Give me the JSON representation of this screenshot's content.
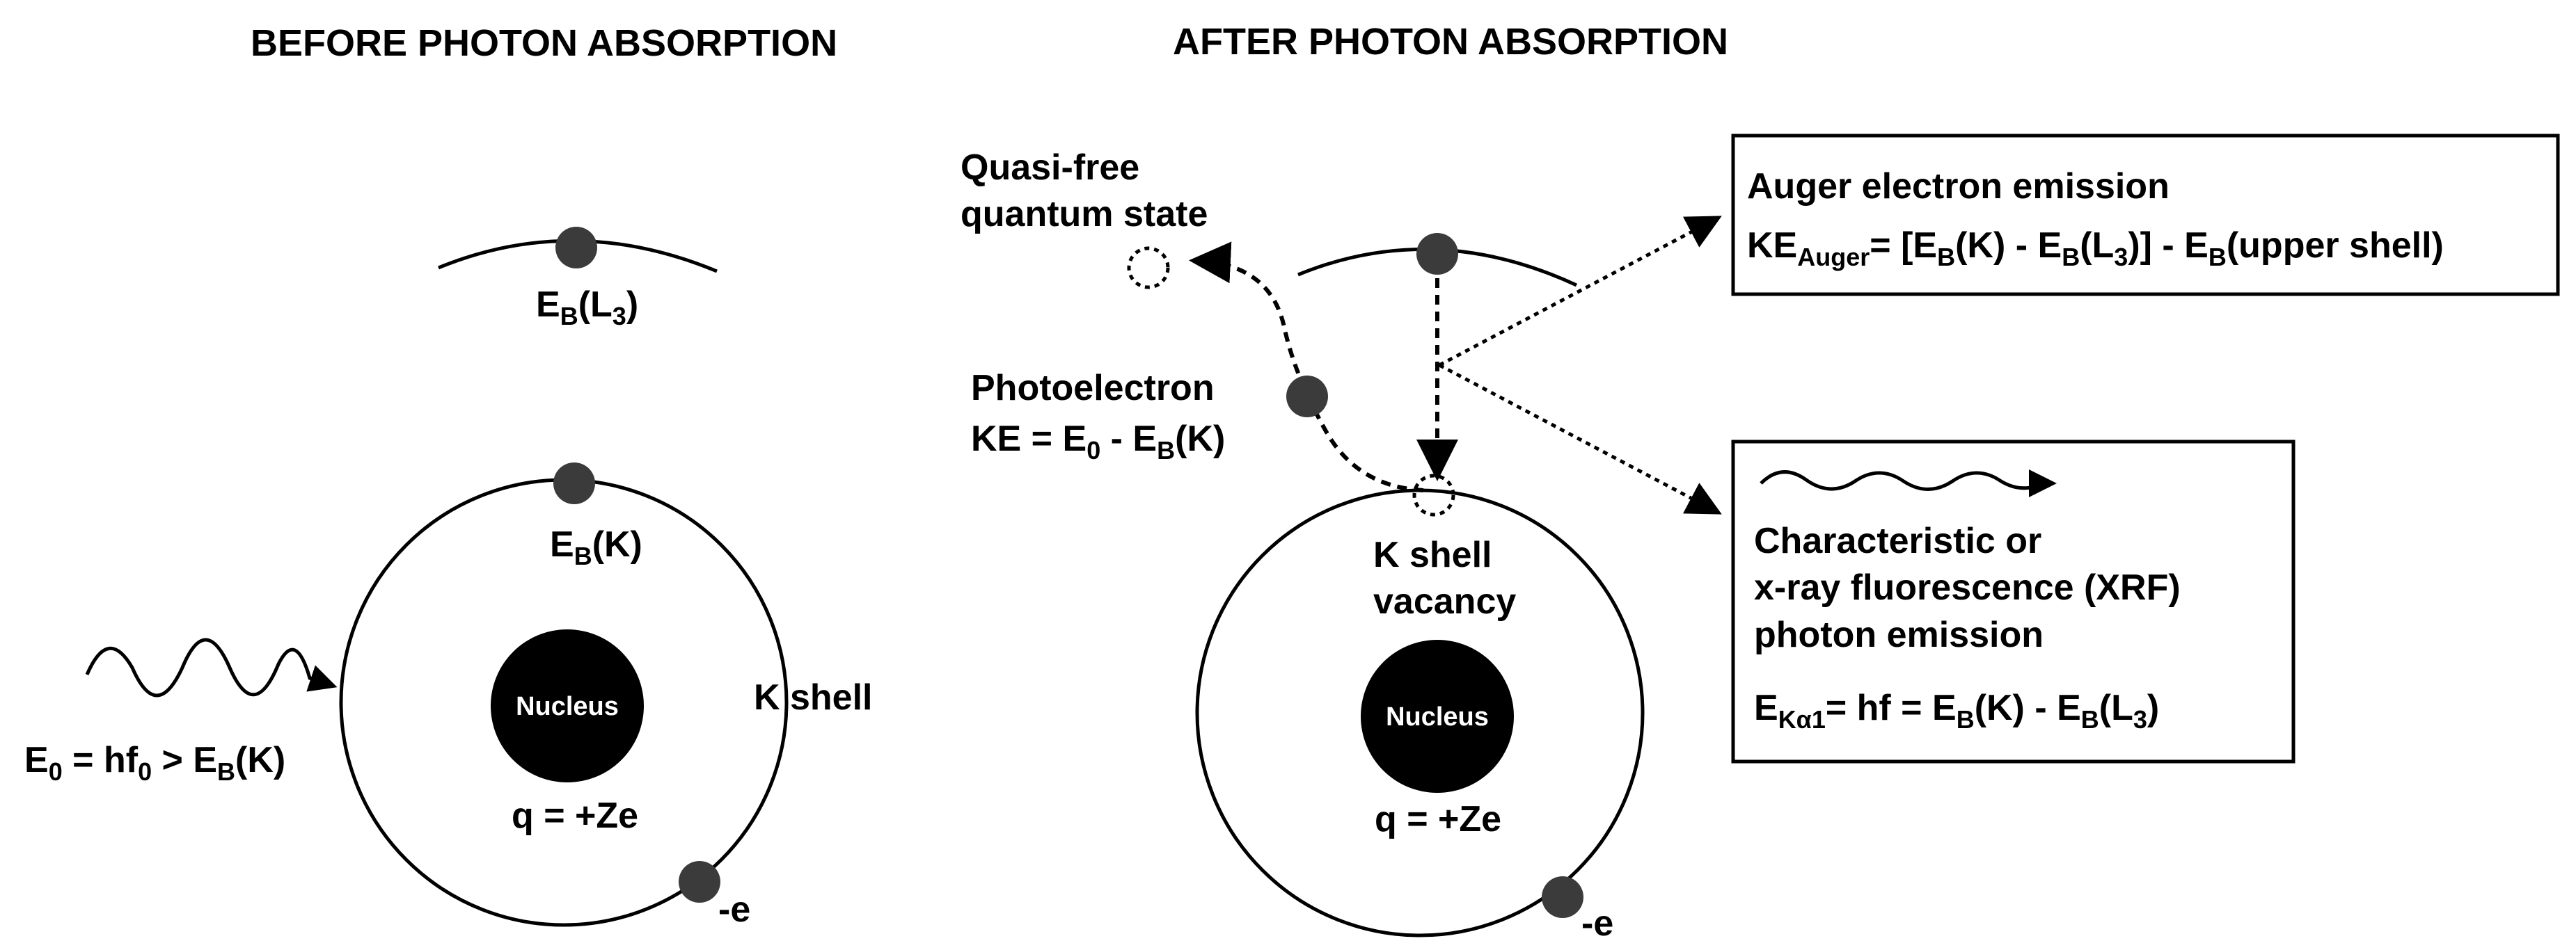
{
  "titles": {
    "before": "BEFORE PHOTON ABSORPTION",
    "after": "AFTER PHOTON ABSORPTION"
  },
  "left": {
    "l3_label": {
      "base": "E",
      "sub": "B",
      "rest": "(L",
      "sub2": "3",
      "end": ")"
    },
    "k_label": {
      "base": "E",
      "sub": "B",
      "rest": "(K)"
    },
    "nucleus": "Nucleus",
    "charge": "q = +Ze",
    "k_shell": "K shell",
    "electron_charge": "-e",
    "photon_energy": {
      "e": "E",
      "sub0": "0",
      "mid": " = hf",
      "sub1": "0",
      "gt": " > E",
      "subB": "B",
      "end": "(K)"
    }
  },
  "right": {
    "quasi_free_line1": "Quasi-free",
    "quasi_free_line2": "quantum state",
    "photoelectron_title": "Photoelectron",
    "photoelectron_eq": {
      "a": "KE = E",
      "sub0": "0",
      "b": " - E",
      "subB": "B",
      "c": "(K)"
    },
    "k_vacancy_line1": "K shell",
    "k_vacancy_line2": "vacancy",
    "nucleus": "Nucleus",
    "charge": "q = +Ze",
    "electron_charge": "-e"
  },
  "auger_box": {
    "title": "Auger electron emission",
    "eq": {
      "a": "KE",
      "subAuger": "Auger",
      "b": "= [E",
      "subB1": "B",
      "c": "(K) - E",
      "subB2": "B",
      "d": "(L",
      "sub3": "3",
      "e": ")] - E",
      "subB3": "B",
      "f": "(upper shell)"
    }
  },
  "xrf_box": {
    "line1": "Characteristic or",
    "line2": "x-ray fluorescence (XRF)",
    "line3": "photon emission",
    "eq": {
      "a": "E",
      "subK": "Kα1",
      "b": "= hf = E",
      "subB1": "B",
      "c": "(K) - E",
      "subB2": "B",
      "d": "(L",
      "sub3": "3",
      "e": ")"
    }
  },
  "colors": {
    "ink": "#000000",
    "electron": "#3b3b3b",
    "background": "#ffffff"
  }
}
